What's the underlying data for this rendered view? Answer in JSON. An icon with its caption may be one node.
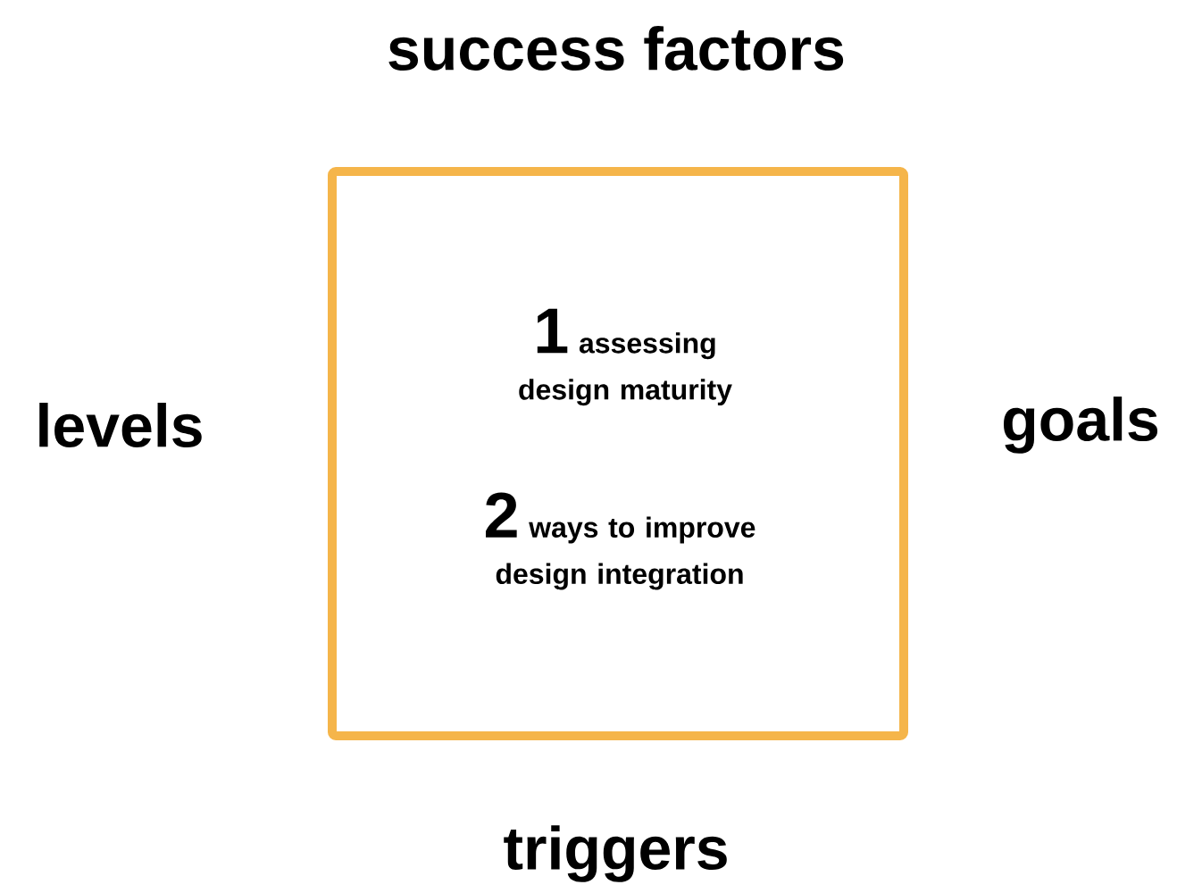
{
  "diagram": {
    "nodes": [
      {
        "text": [
          "1",
          "assessing design maturity",
          "2",
          "ways to improve design integration"
        ]
      }
    ],
    "edges": [],
    "labels": [
      "success factors",
      "levels",
      "goals",
      "triggers"
    ]
  }
}
